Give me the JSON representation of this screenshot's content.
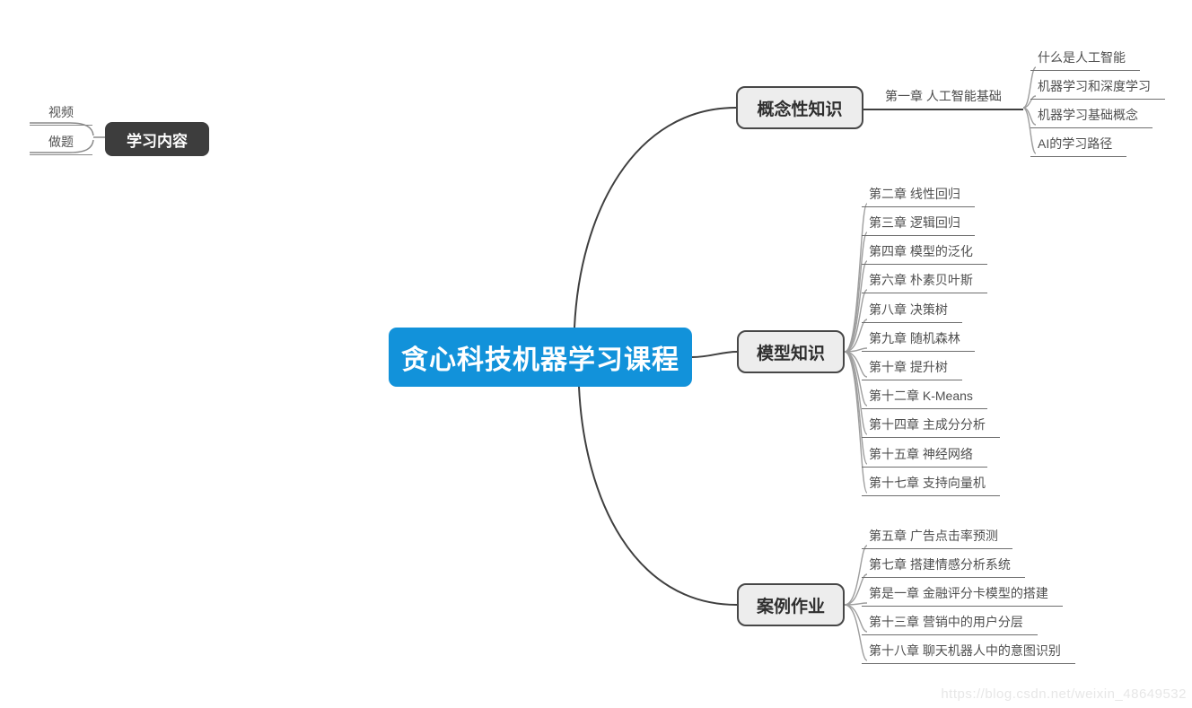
{
  "page": {
    "watermark": "https://blog.csdn.net/weixin_48649532",
    "background_color": "#ffffff"
  },
  "legend": {
    "items": [
      {
        "label": "视频"
      },
      {
        "label": "做题"
      }
    ],
    "badge": "学习内容",
    "badge_color": "#3d3d3d"
  },
  "root": {
    "label": "贪心科技机器学习课程",
    "color": "#1292DA"
  },
  "branches": [
    {
      "label": "概念性知识",
      "topics": [
        {
          "label": "第一章 人工智能基础",
          "children": [
            "什么是人工智能",
            "机器学习和深度学习",
            "机器学习基础概念",
            "AI的学习路径"
          ]
        }
      ]
    },
    {
      "label": "模型知识",
      "children": [
        "第二章 线性回归",
        "第三章 逻辑回归",
        "第四章 模型的泛化",
        "第六章 朴素贝叶斯",
        "第八章 决策树",
        "第九章 随机森林",
        "第十章 提升树",
        "第十二章 K-Means",
        "第十四章 主成分分析",
        "第十五章 神经网络",
        "第十七章 支持向量机"
      ]
    },
    {
      "label": "案例作业",
      "children": [
        "第五章 广告点击率预测",
        "第七章 搭建情感分析系统",
        "第是一章 金融评分卡模型的搭建",
        "第十三章 营销中的用户分层",
        "第十八章 聊天机器人中的意图识别"
      ]
    }
  ]
}
